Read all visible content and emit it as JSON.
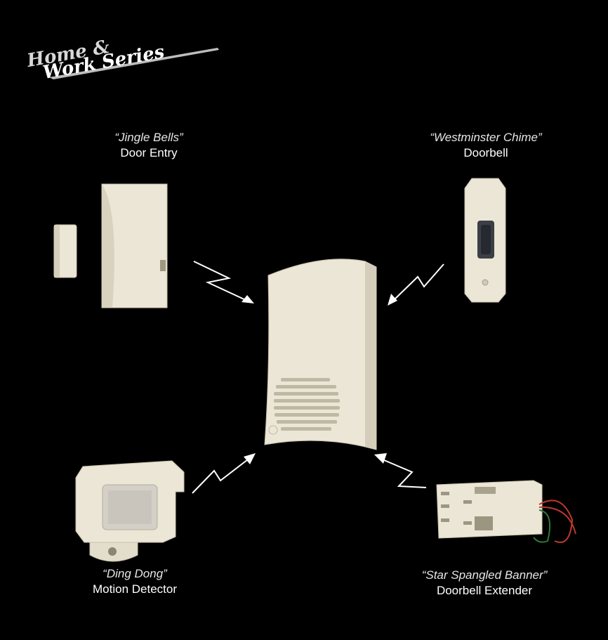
{
  "logo": {
    "line1": "Home &",
    "line2": "Work Series"
  },
  "devices": [
    {
      "song": "“Jingle Bells”",
      "name": "Door Entry"
    },
    {
      "song": "“Westminster Chime”",
      "name": "Doorbell"
    },
    {
      "song": "“Ding Dong”",
      "name": "Motion Detector"
    },
    {
      "song": "“Star Spangled Banner”",
      "name": "Doorbell Extender"
    }
  ],
  "colors": {
    "background": "#000000",
    "device_body": "#ebe6d6",
    "device_shade": "#cfc8b4",
    "text": "#ffffff"
  }
}
